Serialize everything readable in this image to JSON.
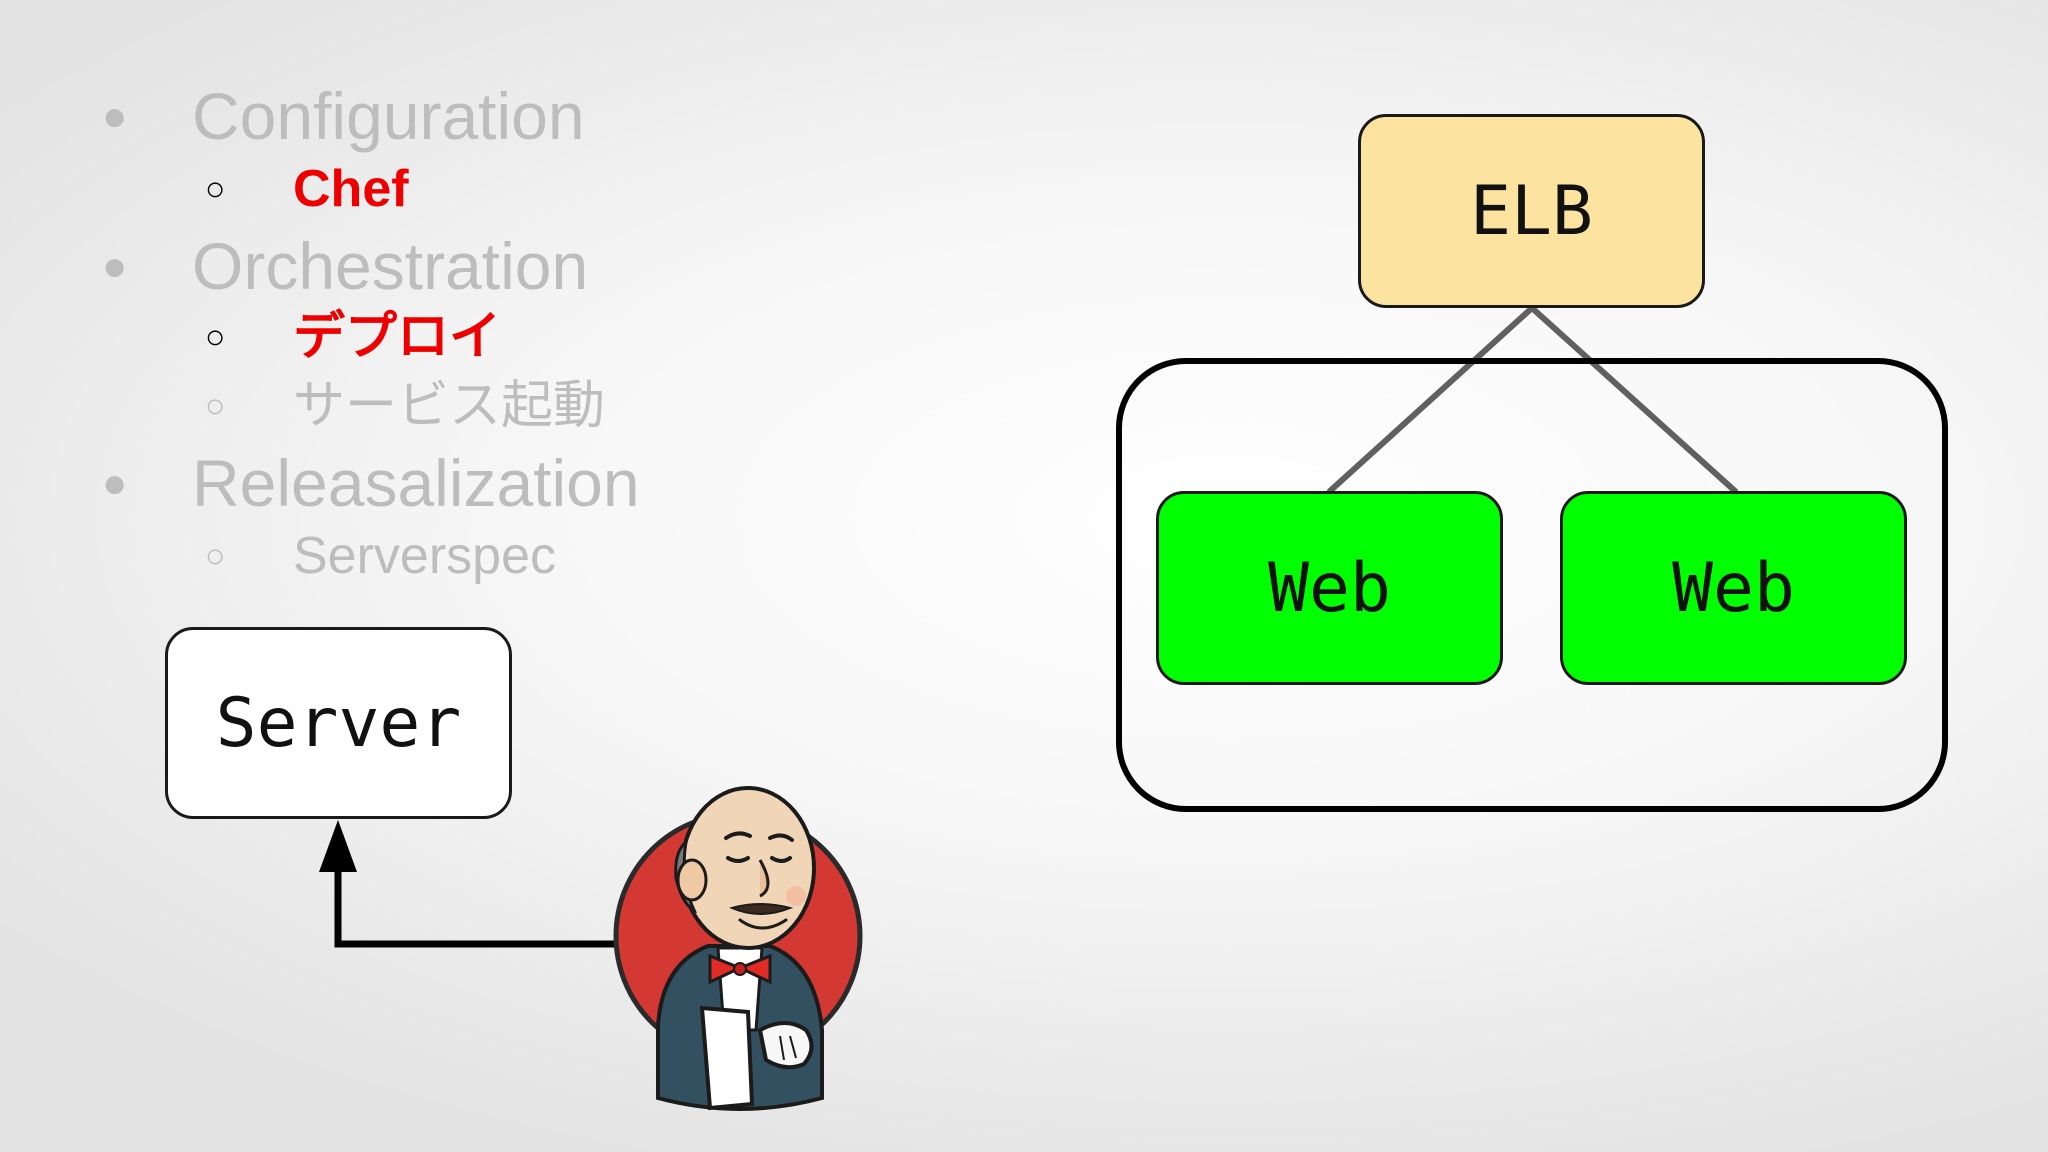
{
  "outline": [
    {
      "level": 1,
      "marker": "●",
      "text": "Configuration",
      "state": "dim"
    },
    {
      "level": 2,
      "marker": "○",
      "text": "Chef",
      "state": "active"
    },
    {
      "level": 1,
      "marker": "●",
      "text": "Orchestration",
      "state": "dim"
    },
    {
      "level": 2,
      "marker": "○",
      "text": "デプロイ",
      "state": "active"
    },
    {
      "level": 2,
      "marker": "○",
      "text": "サービス起動",
      "state": "dim"
    },
    {
      "level": 1,
      "marker": "●",
      "text": "Releasalization",
      "state": "dim"
    },
    {
      "level": 2,
      "marker": "○",
      "text": "Serverspec",
      "state": "dim"
    }
  ],
  "diagram": {
    "server": {
      "label": "Server"
    },
    "elb": {
      "label": "ELB"
    },
    "web": [
      {
        "label": "Web"
      },
      {
        "label": "Web"
      }
    ]
  },
  "mascot": {
    "icon": "jenkins-butler-icon"
  },
  "colors": {
    "active_text": "#ee0000",
    "dim_text": "#bdbdbd",
    "elb_fill": "#fce4a0",
    "web_fill": "#00ff00",
    "connector": "#606060",
    "arrow": "#000000"
  }
}
